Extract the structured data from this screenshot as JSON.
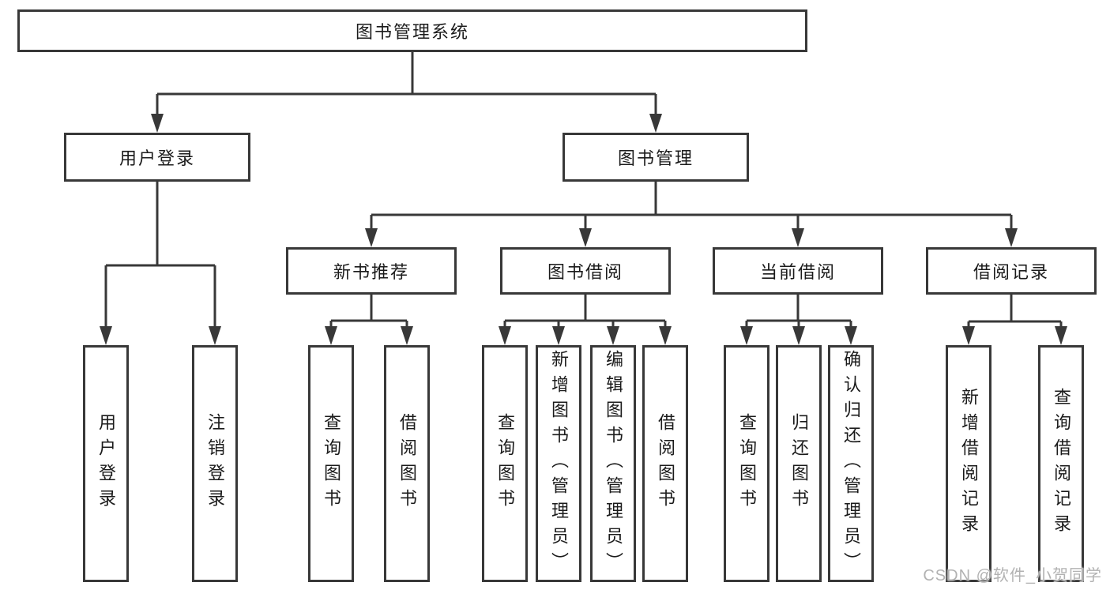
{
  "tree": {
    "root": {
      "label": "图书管理系统"
    },
    "children": [
      {
        "label": "用户登录",
        "children": [
          {
            "label": "用户登录"
          },
          {
            "label": "注销登录"
          }
        ]
      },
      {
        "label": "图书管理",
        "children": [
          {
            "label": "新书推荐",
            "children": [
              {
                "label": "查询图书"
              },
              {
                "label": "借阅图书"
              }
            ]
          },
          {
            "label": "图书借阅",
            "children": [
              {
                "label": "查询图书"
              },
              {
                "label": "新增图书（管理员）"
              },
              {
                "label": "编辑图书（管理员）"
              },
              {
                "label": "借阅图书"
              }
            ]
          },
          {
            "label": "当前借阅",
            "children": [
              {
                "label": "查询图书"
              },
              {
                "label": "归还图书"
              },
              {
                "label": "确认归还（管理员）"
              }
            ]
          },
          {
            "label": "借阅记录",
            "children": [
              {
                "label": "新增借阅记录"
              },
              {
                "label": "查询借阅记录"
              }
            ]
          }
        ]
      }
    ]
  },
  "watermark": "CSDN @软件_小贺同学",
  "colors": {
    "line": "#383838",
    "text": "#1b1b1b",
    "watermark": "#b2b2b2",
    "background": "#ffffff"
  }
}
